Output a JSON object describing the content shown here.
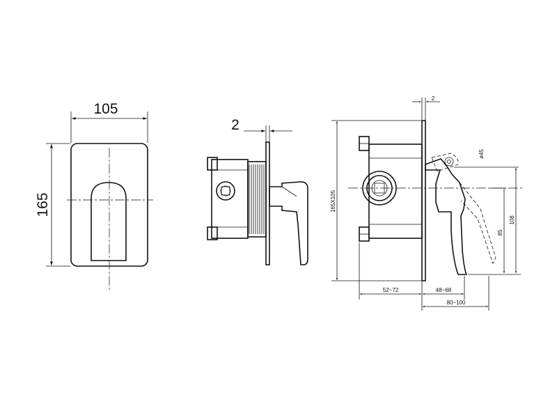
{
  "front_view": {
    "width_label": "105",
    "height_label": "165"
  },
  "side_view": {
    "plate_thickness_label": "2"
  },
  "section_view": {
    "plate_thickness_label": "2",
    "plate_size_label": "165X105",
    "knob_diameter_label": "ø45",
    "height_108_label": "108",
    "height_85_label": "85",
    "depth_52_72_label": "52~72",
    "depth_48_68_label": "48~68",
    "depth_80_100_label": "80~100"
  },
  "colors": {
    "line": "#111111",
    "background": "#ffffff"
  }
}
